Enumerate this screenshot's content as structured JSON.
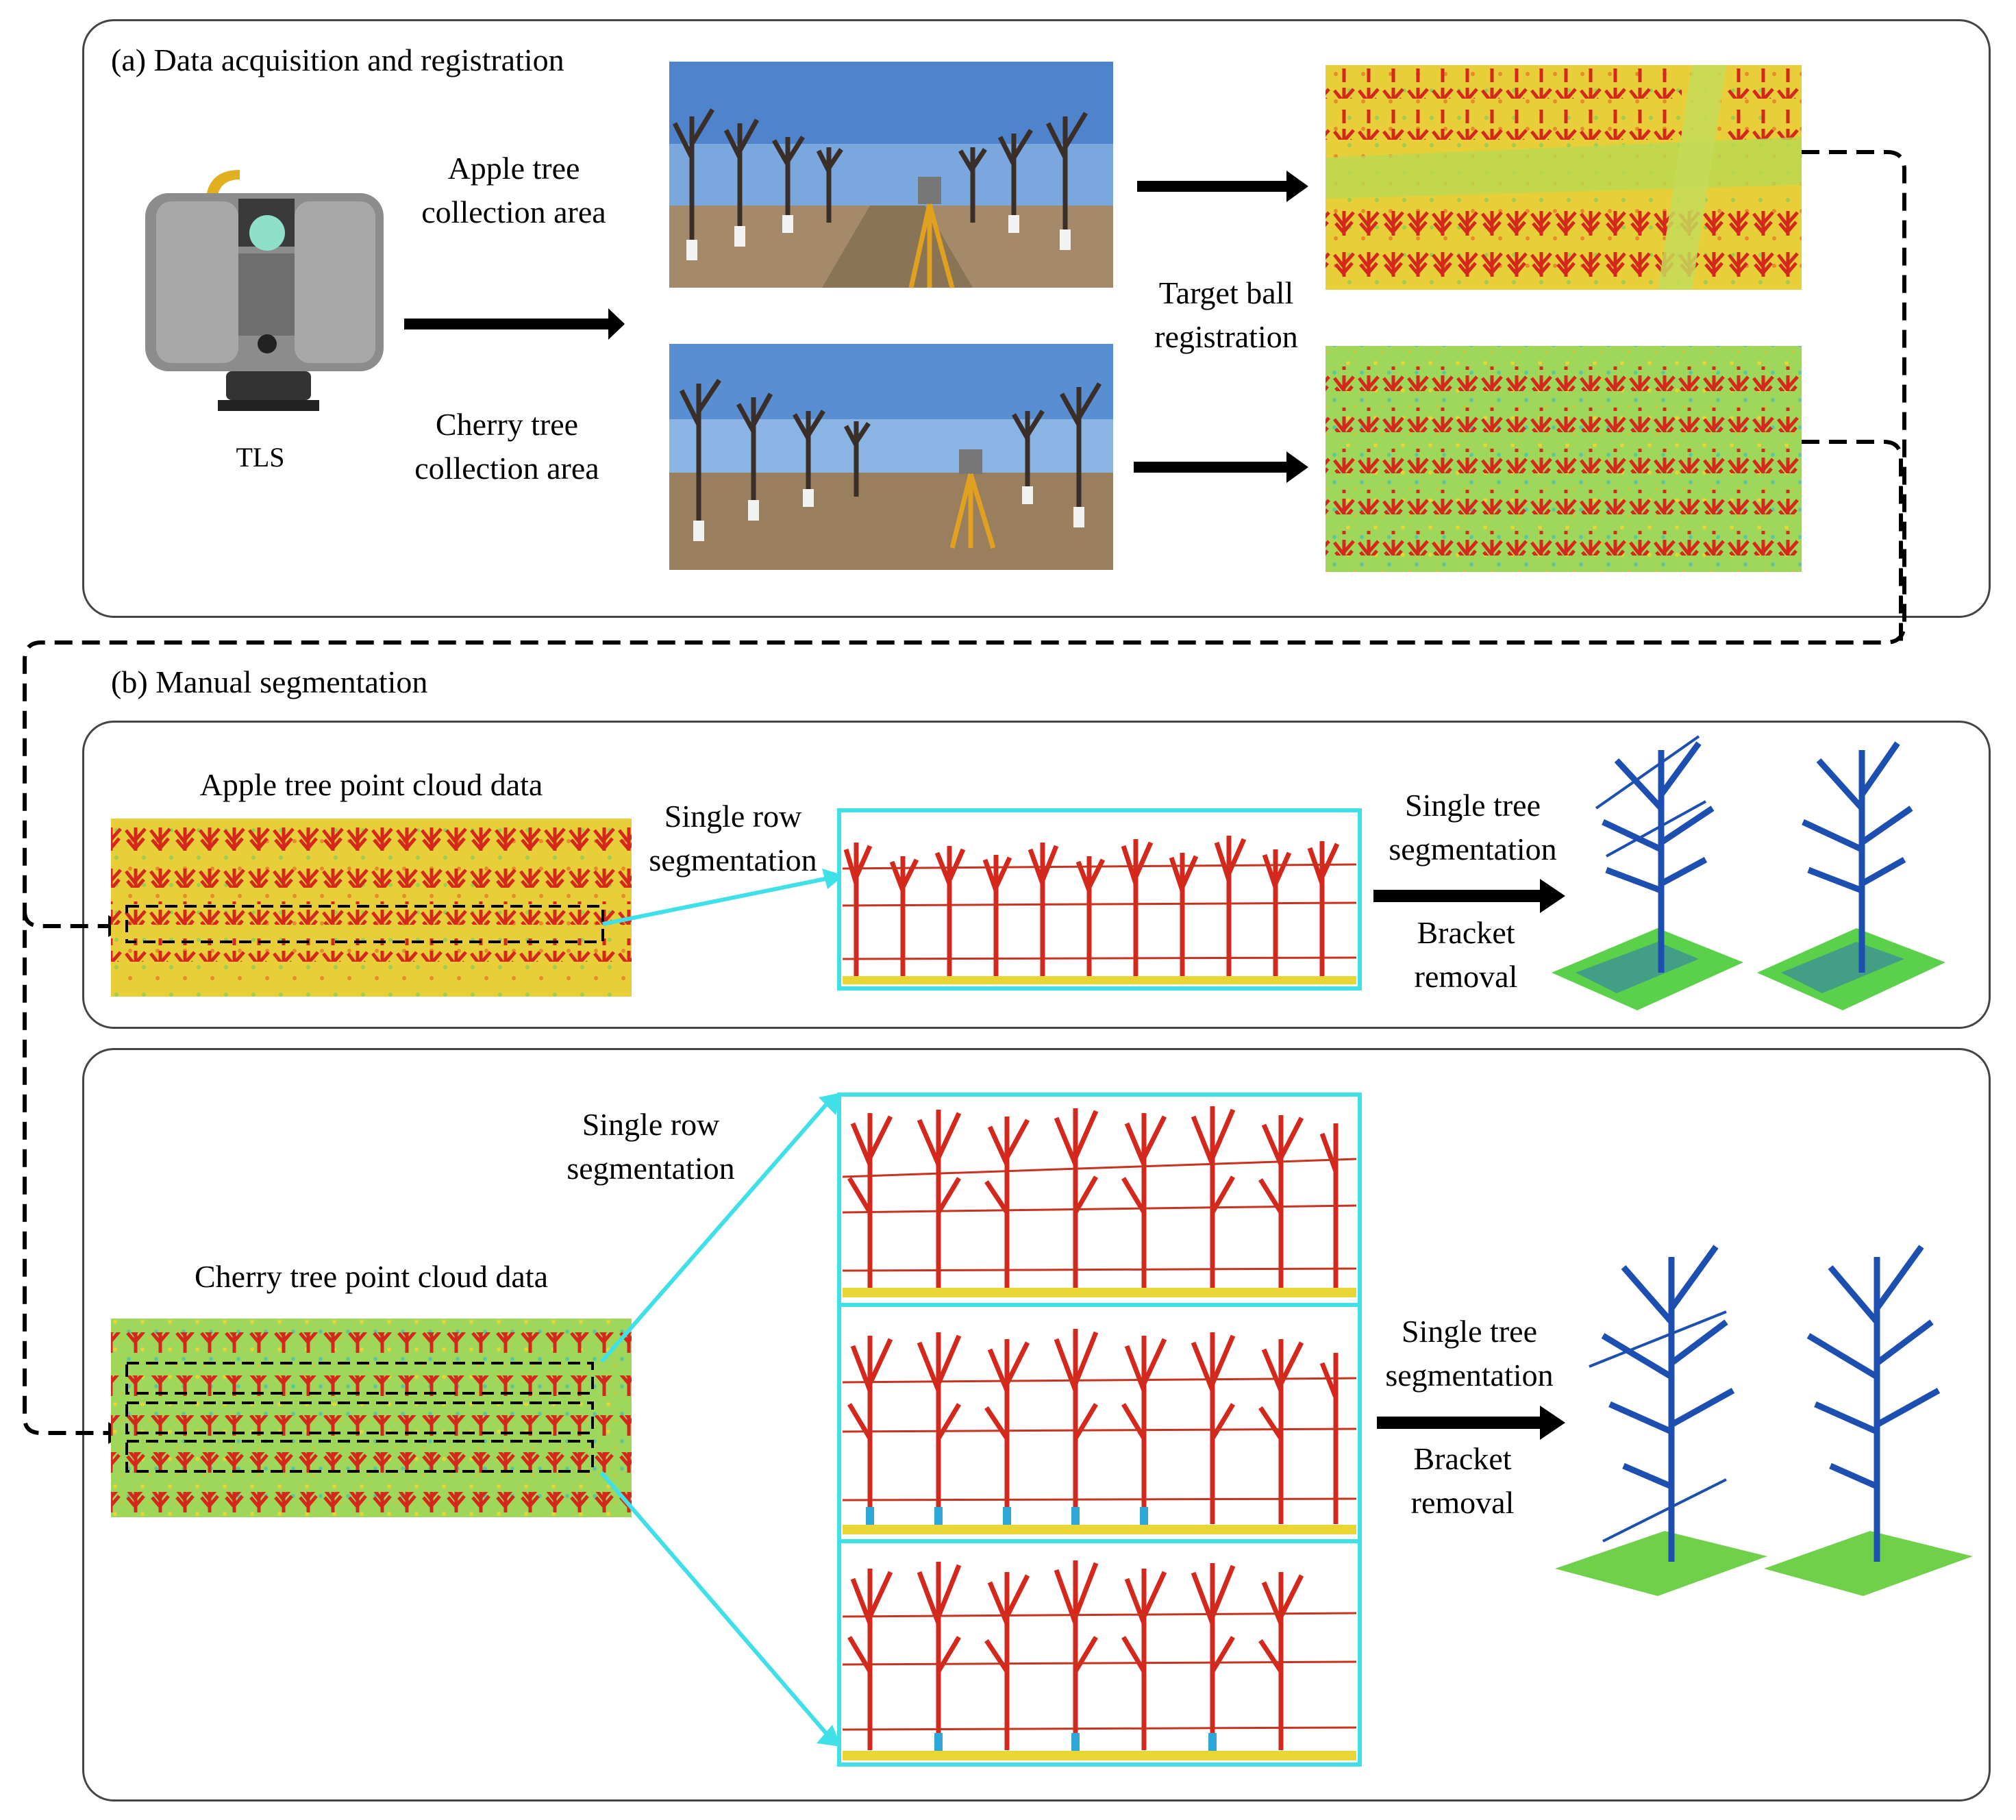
{
  "section_a": {
    "title": "(a) Data acquisition and registration",
    "tls_label": "TLS",
    "apple_area_label": "Apple tree collection area",
    "cherry_area_label": "Cherry tree collection area",
    "registration_label": "Target ball registration"
  },
  "section_b": {
    "title": "(b) Manual segmentation",
    "apple": {
      "cloud_label": "Apple tree point cloud data",
      "row_seg_label": "Single row segmentation",
      "tree_seg_label": "Single tree segmentation",
      "bracket_label": "Bracket removal"
    },
    "cherry": {
      "cloud_label": "Cherry tree point cloud data",
      "row_seg_label": "Single row segmentation",
      "tree_seg_label": "Single tree segmentation",
      "bracket_label": "Bracket removal"
    }
  },
  "colors": {
    "cloud_red": "#d4281c",
    "cloud_yellow": "#e8d634",
    "cloud_green": "#6fd04a",
    "cloud_blue": "#1c4fb0",
    "cyan_frame": "#3fe0e8",
    "panel_border": "#444444"
  }
}
